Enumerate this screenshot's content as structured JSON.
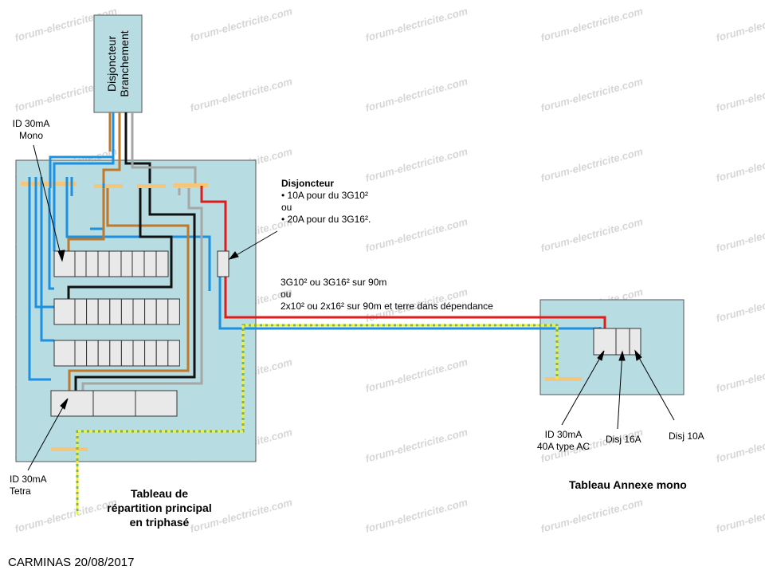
{
  "watermark": "forum-electricite.com",
  "branchement_box": {
    "line1": "Disjoncteur",
    "line2": "Branchement"
  },
  "labels": {
    "id_mono": {
      "line1": "ID 30mA",
      "line2": "Mono"
    },
    "id_tetra": {
      "line1": "ID 30mA",
      "line2": "Tetra"
    },
    "disjoncteur_note": {
      "title": "Disjoncteur",
      "line1": "• 10A pour du 3G10²",
      "line2": "ou",
      "line3": "• 20A pour du 3G16²."
    },
    "cable_note": {
      "line1": "3G10² ou 3G16² sur 90m",
      "line2": "ou",
      "line3": "2x10² ou 2x16² sur 90m et terre dans dépendance"
    },
    "id_annexe": {
      "line1": "ID 30mA",
      "line2": "40A type AC"
    },
    "disj16": "Disj 16A",
    "disj10": "Disj 10A",
    "main_panel": {
      "line1": "Tableau de",
      "line2": "répartition principal",
      "line3": "en triphasé"
    },
    "annex_panel": "Tableau Annexe mono",
    "footer": "CARMINAS 20/08/2017"
  },
  "colors": {
    "panel": "#b7dde3",
    "blue": "#1e90e0",
    "brown": "#c0782a",
    "black": "#111111",
    "grey": "#a6a6a6",
    "red": "#e01b1b",
    "yellow": "#f2ef3a",
    "green": "#7fb54a",
    "busbar": "#f5c57a"
  }
}
